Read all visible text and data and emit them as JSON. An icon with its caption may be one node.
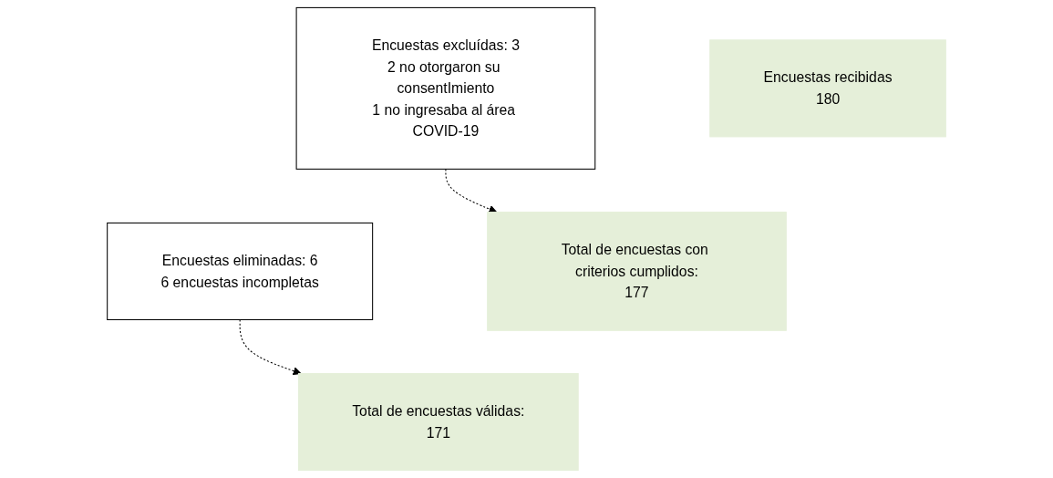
{
  "diagram": {
    "nodes": [
      {
        "text": [
          "Encuestas recibidas",
          "180"
        ]
      },
      {
        "text": [
          "Encuestas excluídas: 3",
          "2 no otorgaron su consentImiento",
          "1 no ingresaba al área COVID-19"
        ]
      },
      {
        "text": [
          "Total de encuestas con criterios cumplidos:",
          "177"
        ]
      },
      {
        "text": [
          "Encuestas eliminadas: 6",
          "6 encuestas incompletas"
        ]
      },
      {
        "text": [
          "Total de encuestas válidas:",
          "171"
        ]
      }
    ],
    "edges": [
      {
        "from": 1,
        "to": 2,
        "arrow": "to",
        "style": "dashed"
      },
      {
        "from": 3,
        "to": 4,
        "arrow": "to",
        "style": "dashed"
      }
    ]
  }
}
